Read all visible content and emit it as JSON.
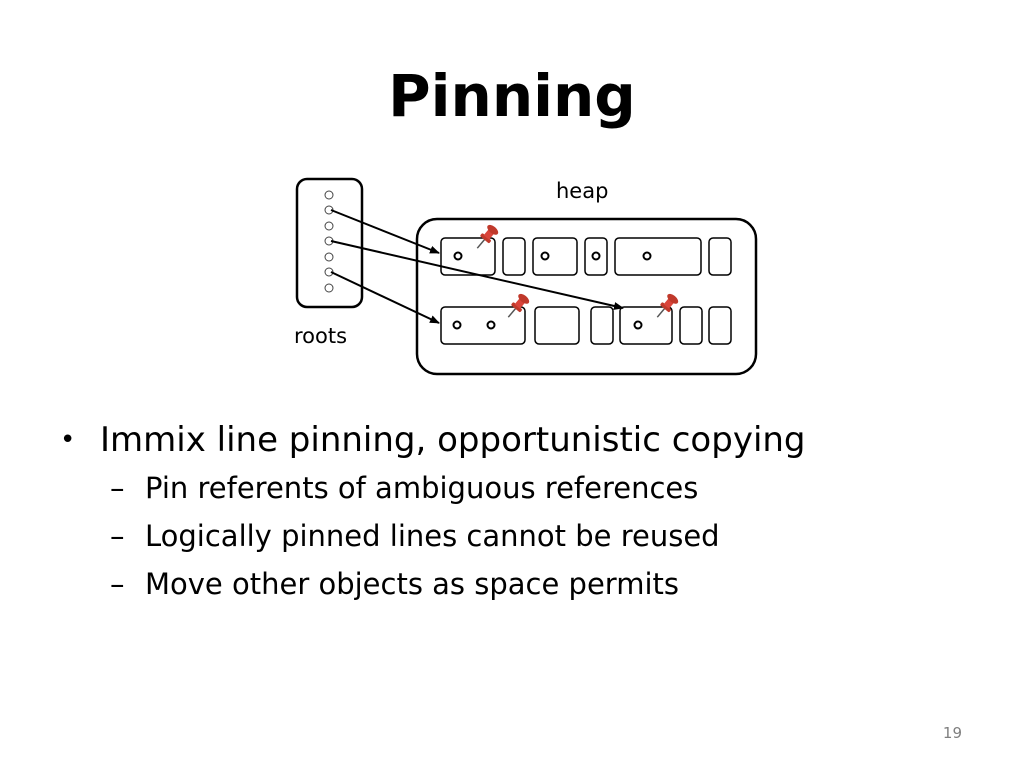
{
  "slide": {
    "title": "Pinning",
    "page_number": "19"
  },
  "diagram": {
    "heap_label": "heap",
    "roots_label": "roots",
    "pin_icon": "pushpin-icon",
    "pin_color": "#c0392b"
  },
  "bullets": [
    {
      "text": "Immix line pinning, opportunistic copying",
      "subitems": [
        {
          "text": "Pin referents of ambiguous references"
        },
        {
          "text": "Logically pinned lines cannot be reused"
        },
        {
          "text": "Move other objects as space permits"
        }
      ]
    }
  ]
}
